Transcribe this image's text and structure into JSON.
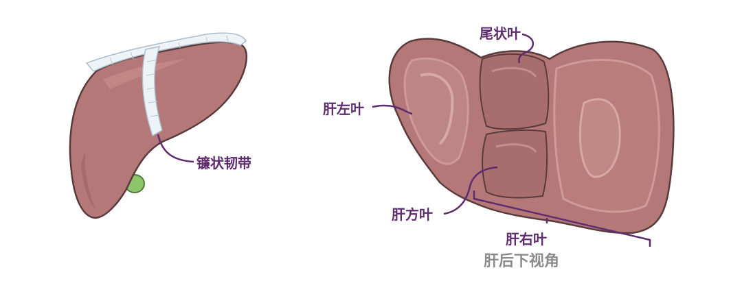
{
  "labels": {
    "falciform_ligament": "镰状韧带",
    "caudate_lobe": "尾状叶",
    "left_lobe": "肝左叶",
    "quadrate_lobe": "肝方叶",
    "right_lobe": "肝右叶",
    "view_caption": "肝后下视角"
  },
  "colors": {
    "label_purple": "#5e2b6e",
    "caption_gray": "#8c8c8c",
    "liver_fill": "#b47878",
    "liver_dark": "#9a6262",
    "liver_light": "#cf9a98",
    "outline": "#5a3b3b",
    "ligament": "#eef3f8",
    "ligament_edge": "#a9bccb",
    "gallbladder": "#8cc56a"
  },
  "icons": [
    "liver-anterior-illustration",
    "liver-posteroinferior-illustration"
  ]
}
